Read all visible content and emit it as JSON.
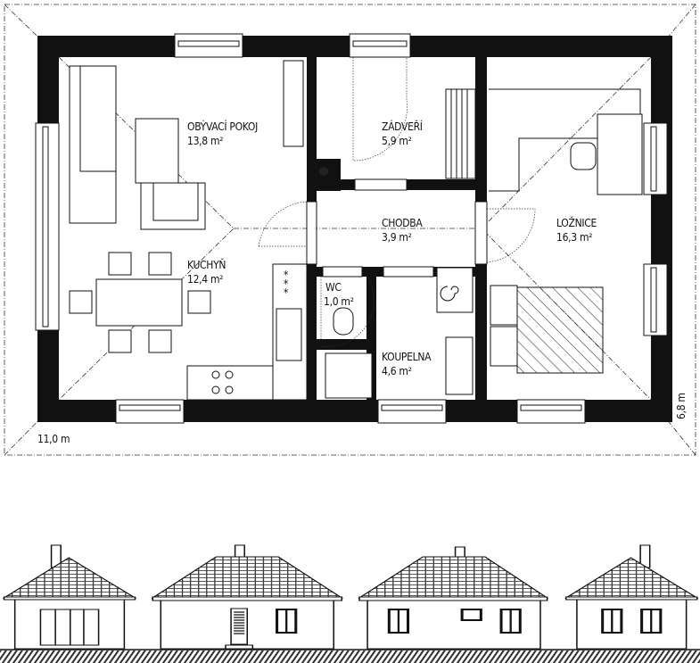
{
  "plan": {
    "rooms": [
      {
        "name": "OBÝVACÍ POKOJ",
        "area": "13,8 m²"
      },
      {
        "name": "ZÁDVEŘÍ",
        "area": "5,9 m²"
      },
      {
        "name": "CHODBA",
        "area": "3,9 m²"
      },
      {
        "name": "LOŽNICE",
        "area": "16,3 m²"
      },
      {
        "name": "KUCHYŇ",
        "area": "12,4 m²"
      },
      {
        "name": "WC",
        "area": "1,0 m²"
      },
      {
        "name": "KOUPELNA",
        "area": "4,6 m²"
      }
    ],
    "dimensions": {
      "width": "11,0 m",
      "depth": "6,8 m"
    }
  },
  "elevations": {
    "count": 4
  }
}
